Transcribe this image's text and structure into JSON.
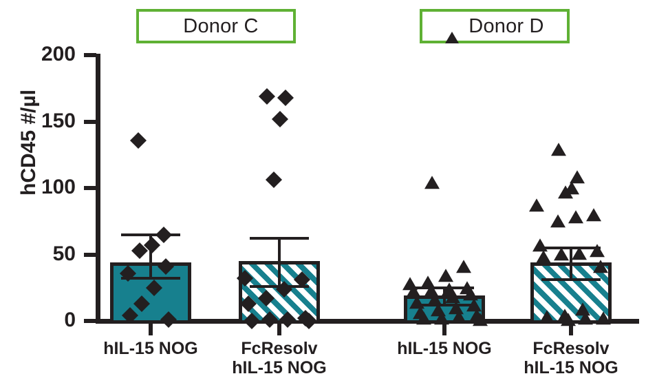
{
  "legend": {
    "border_color": "#5fb134",
    "entries": [
      {
        "marker": "diamond",
        "label": "Donor C"
      },
      {
        "marker": "triangle",
        "label": "Donor D"
      }
    ]
  },
  "colors": {
    "bar_fill": "#17808e",
    "bar_outline": "#231f20",
    "marker": "#231f20",
    "legend_border": "#5fb134"
  },
  "chart_data": {
    "type": "bar",
    "title": "",
    "subtitle": "",
    "xlabel": "",
    "ylabel": "hCD45 #/µl",
    "ylim": [
      0,
      200
    ],
    "yticks": [
      0,
      50,
      100,
      150,
      200
    ],
    "ytick_labels": [
      "0",
      "50",
      "100",
      "150",
      "200"
    ],
    "grid": false,
    "legend_position": "top",
    "categories": [
      "hIL-15 NOG",
      "FcResolv\nhIL-15 NOG",
      "hIL-15 NOG",
      "FcResolv\nhIL-15 NOG"
    ],
    "groups": [
      {
        "name": "Donor C",
        "marker": "diamond",
        "bars": [
          {
            "category": "hIL-15 NOG",
            "fill": "solid",
            "mean": 44,
            "error_upper": 66,
            "error_lower": 33,
            "points": [
              136,
              65,
              57,
              53,
              36,
              41,
              25,
              13,
              4,
              1
            ]
          },
          {
            "category": "FcResolv hIL-15 NOG",
            "fill": "hatched",
            "mean": 45,
            "error_upper": 63,
            "error_lower": 27,
            "points": [
              169,
              168,
              152,
              106,
              32,
              31,
              24,
              17,
              13,
              2,
              1,
              1,
              0,
              0
            ]
          }
        ]
      },
      {
        "name": "Donor D",
        "marker": "triangle",
        "bars": [
          {
            "category": "hIL-15 NOG",
            "fill": "solid",
            "mean": 19,
            "error_upper": 26,
            "error_lower": 13,
            "points": [
              103,
              40,
              33,
              28,
              27,
              24,
              23,
              22,
              21,
              19,
              17,
              15,
              13,
              11,
              9,
              7,
              5,
              3,
              2,
              1,
              1,
              0
            ]
          },
          {
            "category": "FcResolv hIL-15 NOG",
            "fill": "hatched",
            "mean": 44,
            "error_upper": 56,
            "error_lower": 32,
            "points": [
              128,
              107,
              99,
              96,
              86,
              79,
              77,
              74,
              56,
              52,
              50,
              49,
              47,
              40,
              8,
              3,
              2,
              1,
              1,
              0
            ]
          }
        ]
      }
    ]
  },
  "axis": {
    "y_title": "hCD45 #/µl",
    "tick_labels": [
      "200",
      "150",
      "100",
      "50",
      "0"
    ],
    "x_labels": [
      {
        "line1": "hIL-15 NOG",
        "line2": ""
      },
      {
        "line1": "FcResolv",
        "line2": "hIL-15 NOG"
      },
      {
        "line1": "hIL-15 NOG",
        "line2": ""
      },
      {
        "line1": "FcResolv",
        "line2": "hIL-15 NOG"
      }
    ]
  }
}
